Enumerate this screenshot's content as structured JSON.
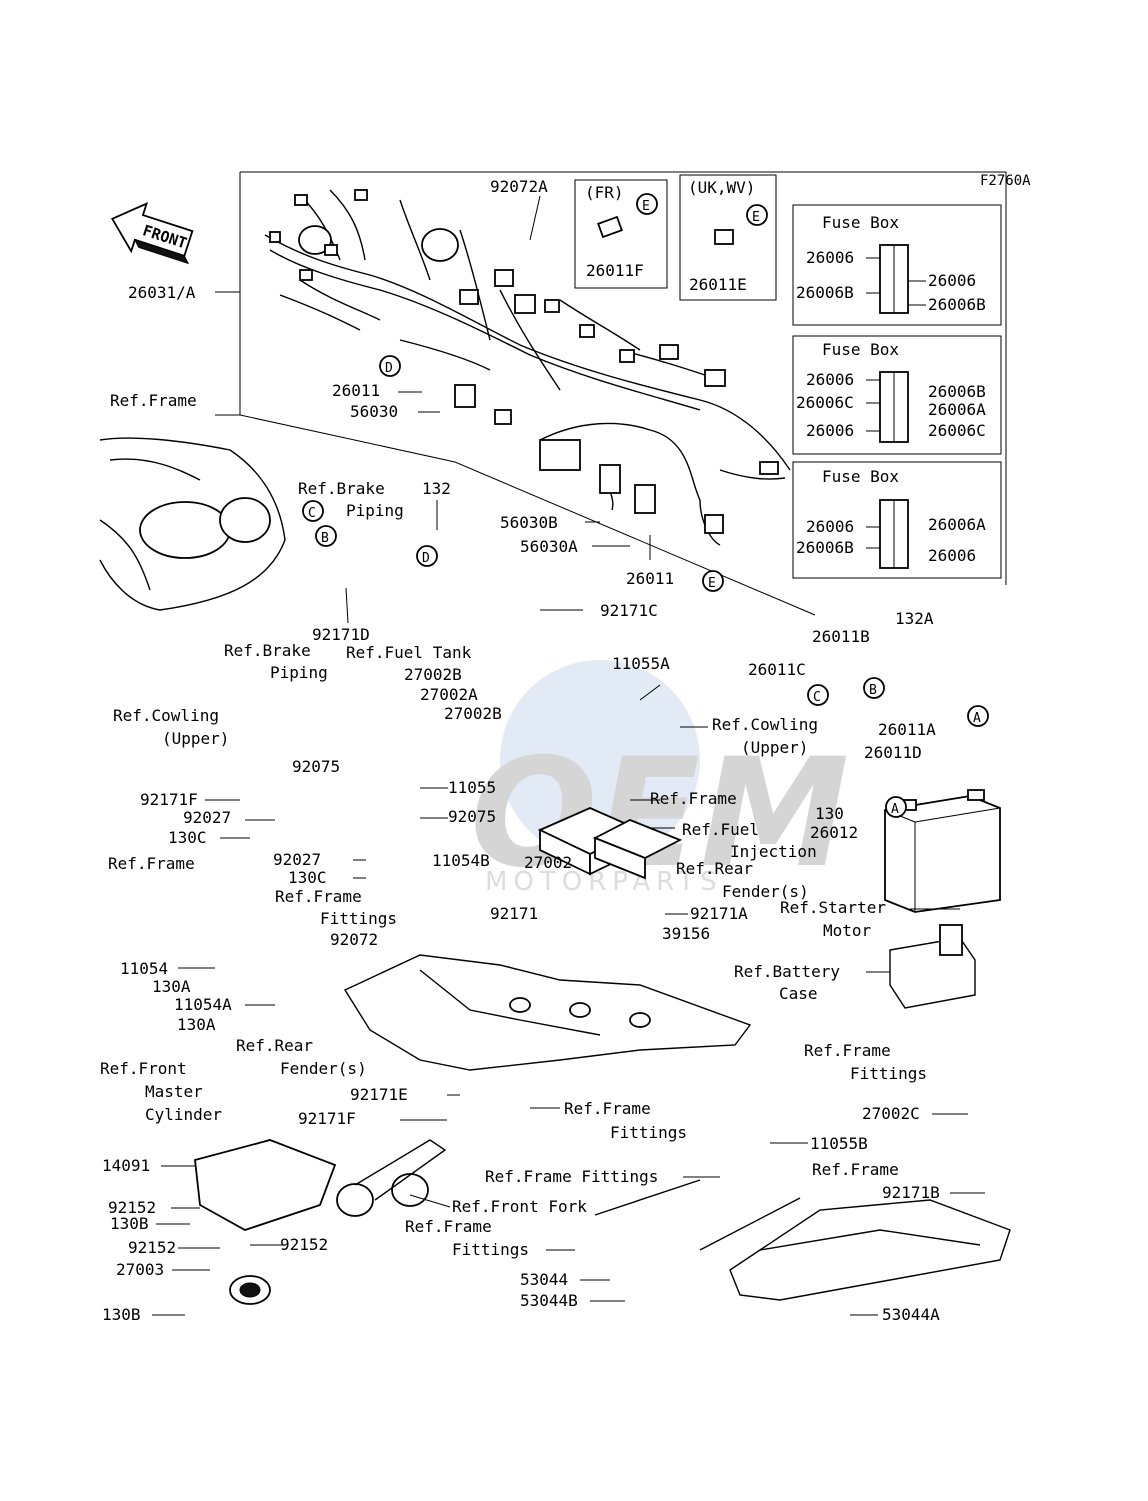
{
  "diagram_id": "F2760A",
  "front_arrow": "FRONT",
  "watermark": {
    "main": "OEM",
    "sub": "MOTORPARTS"
  },
  "fuse_boxes": [
    {
      "title": "Fuse Box",
      "left": [
        "26006",
        "26006B"
      ],
      "right": [
        "26006",
        "26006B"
      ]
    },
    {
      "title": "Fuse Box",
      "left": [
        "26006",
        "26006C",
        "26006"
      ],
      "right": [
        "26006B",
        "26006A",
        "26006C"
      ]
    },
    {
      "title": "Fuse Box",
      "left": [
        "26006",
        "26006B"
      ],
      "right": [
        "26006A",
        "26006"
      ]
    }
  ],
  "variants": {
    "fr": {
      "title": "(FR)",
      "part": "26011F",
      "tag": "E"
    },
    "uk": {
      "title": "(UK,WV)",
      "part": "26011E",
      "tag": "E"
    }
  },
  "circles": [
    "C",
    "B",
    "D",
    "D",
    "E",
    "C",
    "B",
    "A",
    "A"
  ],
  "labels": {
    "l_92072A": "92072A",
    "l_26031A": "26031/A",
    "l_26011_top": "26011",
    "l_56030": "56030",
    "l_56030B": "56030B",
    "l_56030A": "56030A",
    "l_26011_mid": "26011",
    "l_26011C": "26011C",
    "l_refframe1": "Ref.Frame",
    "l_refbrake1a": "Ref.Brake",
    "l_refbrake1b": "Piping",
    "l_132": "132",
    "l_92171D": "92171D",
    "l_refbrake2a": "Ref.Brake",
    "l_refbrake2b": "Piping",
    "l_reffuel": "Ref.Fuel Tank",
    "l_92171C": "92171C",
    "l_11055A": "11055A",
    "l_26011B": "26011B",
    "l_132A": "132A",
    "l_27002B_1": "27002B",
    "l_27002A": "27002A",
    "l_27002B_2": "27002B",
    "l_refcowl1a": "Ref.Cowling",
    "l_refcowl1b": "(Upper)",
    "l_refcowl2a": "Ref.Cowling",
    "l_refcowl2b": "(Upper)",
    "l_26011A": "26011A",
    "l_26011D": "26011D",
    "l_92075a": "92075",
    "l_11055": "11055",
    "l_92075b": "92075",
    "l_92171F_1": "92171F",
    "l_92027a": "92027",
    "l_130C_1": "130C",
    "l_refframe2": "Ref.Frame",
    "l_130": "130",
    "l_26012": "26012",
    "l_reffuelinj1": "Ref.Fuel",
    "l_reffuelinj2": "Injection",
    "l_92027b": "92027",
    "l_130C_2": "130C",
    "l_27002": "27002",
    "l_11054B": "11054B",
    "l_refrear1a": "Ref.Rear",
    "l_refrear1b": "Fender(s)",
    "l_refframe3": "Ref.Frame",
    "l_refframefit1a": "Ref.Frame",
    "l_refframefit1b": "Fittings",
    "l_92171": "92171",
    "l_92171A": "92171A",
    "l_refstarter1": "Ref.Starter",
    "l_refstarter2": "Motor",
    "l_92072": "92072",
    "l_39156": "39156",
    "l_11054": "11054",
    "l_130A_1": "130A",
    "l_11054A": "11054A",
    "l_130A_2": "130A",
    "l_refbattery1": "Ref.Battery",
    "l_refbattery2": "Case",
    "l_refrear2a": "Ref.Rear",
    "l_refrear2b": "Fender(s)",
    "l_reffront1": "Ref.Front",
    "l_reffront2": "Master",
    "l_reffront3": "Cylinder",
    "l_refframefit2a": "Ref.Frame",
    "l_refframefit2b": "Fittings",
    "l_92171E": "92171E",
    "l_92171F_2": "92171F",
    "l_refframefit3a": "Ref.Frame",
    "l_refframefit3b": "Fittings",
    "l_27002C": "27002C",
    "l_14091": "14091",
    "l_11055B": "11055B",
    "l_refframefit4": "Ref.Frame Fittings",
    "l_refframe4": "Ref.Frame",
    "l_reffrontfork": "Ref.Front Fork",
    "l_92152a": "92152",
    "l_130B_1": "130B",
    "l_92152b": "92152",
    "l_92152c": "92152",
    "l_refframefit5a": "Ref.Frame",
    "l_refframefit5b": "Fittings",
    "l_92171B": "92171B",
    "l_27003": "27003",
    "l_53044": "53044",
    "l_53044B": "53044B",
    "l_130B_2": "130B",
    "l_53044A": "53044A"
  }
}
